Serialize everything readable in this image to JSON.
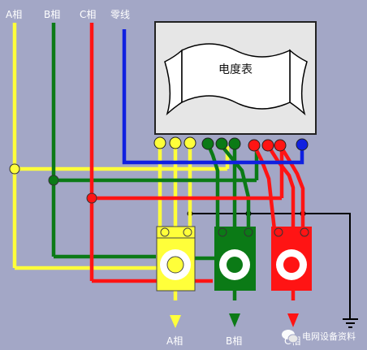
{
  "labels": {
    "phase_a": "A相",
    "phase_b": "B相",
    "phase_c": "C相",
    "neutral": "零线",
    "meter": "电度表",
    "out_a": "A相",
    "out_b": "B相",
    "out_c": "C相"
  },
  "watermark": "电网设备资料",
  "colors": {
    "background": "#a3a7c6",
    "phase_a": "#ffff3a",
    "phase_b": "#0b7a16",
    "phase_c": "#ff1414",
    "neutral": "#1020e0",
    "ground": "#000000"
  },
  "icons": {
    "watermark": "wechat-icon",
    "ground": "ground-icon"
  }
}
